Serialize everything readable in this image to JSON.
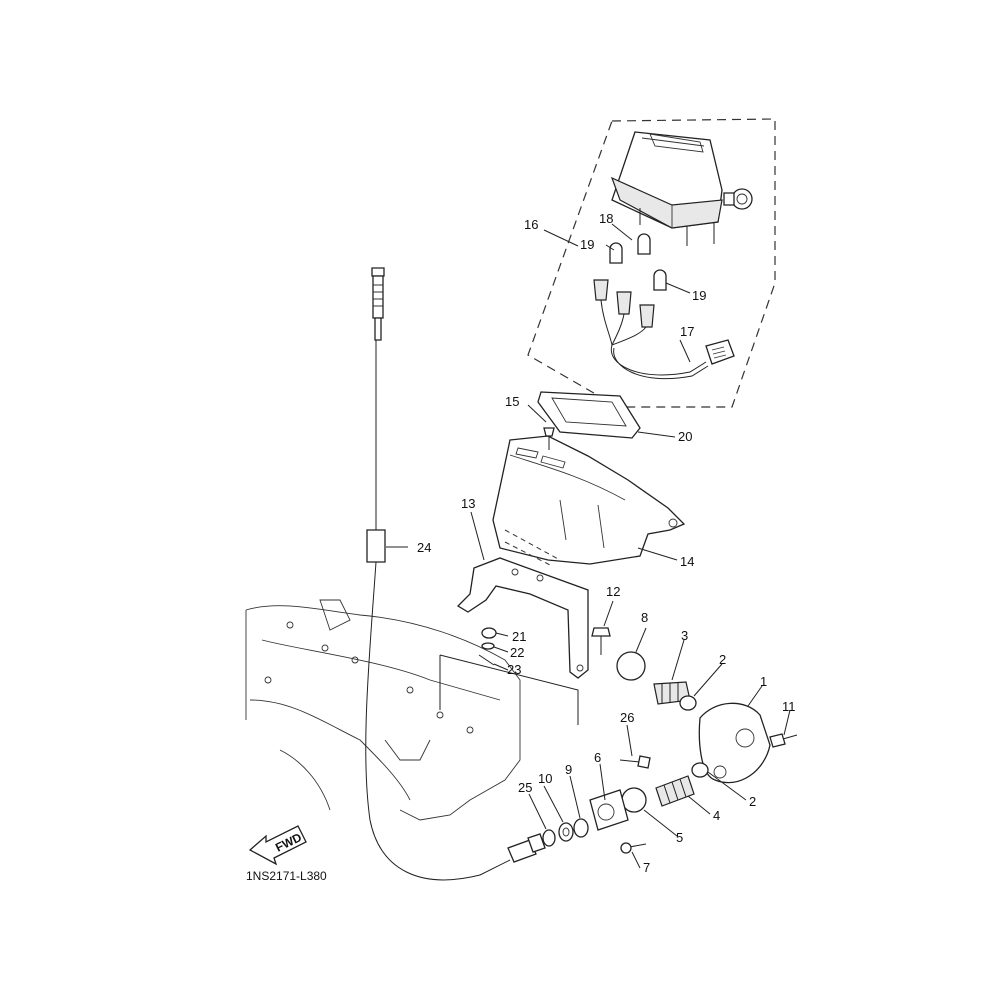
{
  "diagram": {
    "drawing_code": "1NS2171-L380",
    "fwd_label": "FWD",
    "callouts": [
      {
        "key": "c1",
        "text": "1"
      },
      {
        "key": "c2a",
        "text": "2"
      },
      {
        "key": "c2b",
        "text": "2"
      },
      {
        "key": "c3",
        "text": "3"
      },
      {
        "key": "c4",
        "text": "4"
      },
      {
        "key": "c5",
        "text": "5"
      },
      {
        "key": "c6",
        "text": "6"
      },
      {
        "key": "c7",
        "text": "7"
      },
      {
        "key": "c8",
        "text": "8"
      },
      {
        "key": "c9",
        "text": "9"
      },
      {
        "key": "c10",
        "text": "10"
      },
      {
        "key": "c11",
        "text": "11"
      },
      {
        "key": "c12",
        "text": "12"
      },
      {
        "key": "c13",
        "text": "13"
      },
      {
        "key": "c14",
        "text": "14"
      },
      {
        "key": "c15",
        "text": "15"
      },
      {
        "key": "c16",
        "text": "16"
      },
      {
        "key": "c17",
        "text": "17"
      },
      {
        "key": "c18",
        "text": "18"
      },
      {
        "key": "c19a",
        "text": "19"
      },
      {
        "key": "c19b",
        "text": "19"
      },
      {
        "key": "c20",
        "text": "20"
      },
      {
        "key": "c21",
        "text": "21"
      },
      {
        "key": "c22",
        "text": "22"
      },
      {
        "key": "c23",
        "text": "23"
      },
      {
        "key": "c24",
        "text": "24"
      },
      {
        "key": "c25",
        "text": "25"
      },
      {
        "key": "c26",
        "text": "26"
      }
    ]
  }
}
